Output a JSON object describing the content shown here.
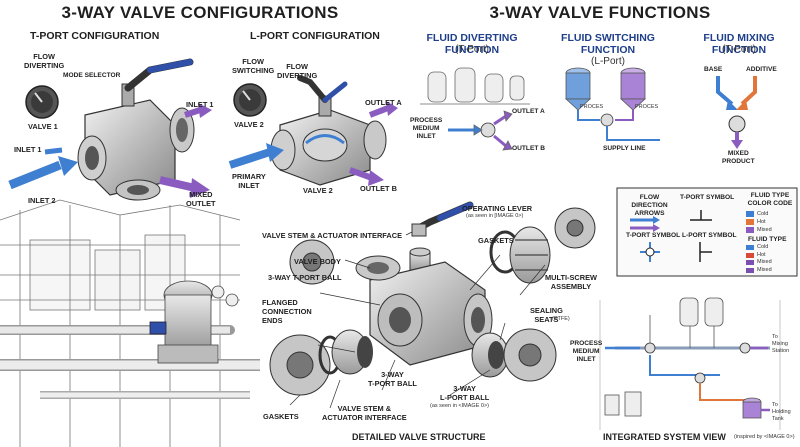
{
  "titles": {
    "left": "3-WAY VALVE CONFIGURATIONS",
    "right": "3-WAY VALVE FUNCTIONS"
  },
  "tport": {
    "heading": "T-PORT CONFIGURATION",
    "flow_diverting": "FLOW\nDIVERTING",
    "mode_selector": "MODE SELECTOR",
    "valve": "VALVE 1",
    "inlet1_top": "INLET 1",
    "inlet1_left": "INLET 1",
    "inlet2": "INLET 2",
    "mixed_outlet": "MIXED\nOUTLET"
  },
  "lport": {
    "heading": "L-PORT CONFIGURATION",
    "flow_switching": "FLOW\nSWITCHING",
    "flow_diverting": "FLOW\nDIVERTING",
    "valve_left": "VALVE 2",
    "valve_bottom": "VALVE 2",
    "outlet_a": "OUTLET A",
    "outlet_b": "OUTLET B",
    "primary_inlet": "PRIMARY\nINLET"
  },
  "functions": {
    "diverting": {
      "title": "FLUID DIVERTING FUNCTION",
      "sub": "(T-Port)",
      "inlet": "PROCESS\nMEDIUM\nINLET",
      "outlet_a": "OUTLET A",
      "outlet_b": "OUTLET B"
    },
    "switching": {
      "title": "FLUID SWITCHING\nFUNCTION",
      "sub": "(L-Port)",
      "proces_left": "PROCES",
      "proces_right": "PROCES",
      "supply": "SUPPLY LINE"
    },
    "mixing": {
      "title": "FLUID MIXING FUNCTION",
      "sub": "(T-Port)",
      "base": "BASE",
      "additive": "ADDITIVE",
      "mixed": "MIXED\nPRODUCT"
    }
  },
  "legend": {
    "flow_direction": "FLOW DIRECTION\nARROWS",
    "tport_symbol_top": "T-PORT SYMBOL",
    "tport_symbol_bottom": "T-PORT SYMBOL",
    "lport_symbol": "L-PORT SYMBOL",
    "fluid_type_color_code": "FLUID TYPE\nCOLOR CODE",
    "fluid_type": "FLUID TYPE",
    "codes_top": [
      {
        "label": "Cold",
        "color": "#3f7fd1"
      },
      {
        "label": "Hot",
        "color": "#e0763a"
      },
      {
        "label": "Mixed",
        "color": "#8a5cc0"
      }
    ],
    "codes_bottom": [
      {
        "label": "Cold",
        "color": "#3f7fd1"
      },
      {
        "label": "Hot",
        "color": "#d9493a"
      },
      {
        "label": "Mixed",
        "color": "#7a4fb0"
      },
      {
        "label": "Mixed",
        "color": "#7a4fb0"
      }
    ]
  },
  "exploded": {
    "operating_lever": "OPERATING LEVER",
    "operating_lever_sub": "(as seen in [IMAGE 0>)",
    "stem_interface_top": "VALVE STEM & ACTUATOR INTERFACE",
    "gaskets_top": "GASKETS",
    "valve_body": "VALVE BODY",
    "tport_ball_left": "3-WAY T-PORT BALL",
    "flanged": "FLANGED\nCONNECTION\nENDS",
    "multi_screw": "MULTI-SCREW\nASSEMBLY",
    "sealing": "SEALING\nSEATS",
    "sealing_sub": "(PTFE)",
    "tport_ball_bottom": "3-WAY\nT-PORT BALL",
    "lport_ball": "3-WAY\nL-PORT BALL",
    "lport_ball_sub": "(as seen in <IMAGE 0>)",
    "gaskets_bottom": "GASKETS",
    "stem_interface_bottom": "VALVE STEM &\nACTUATOR INTERFACE",
    "caption": "DETAILED VALVE STRUCTURE"
  },
  "system": {
    "inlet": "PROCESS\nMEDIUM\nINLET",
    "to_mixing": "To\nMixing\nStation",
    "to_holding": "To\nHolding\nTank",
    "caption": "INTEGRATED SYSTEM VIEW",
    "caption_sub": "(inspired by <IMAGE 0>)"
  },
  "colors": {
    "cold": "#3f7fd1",
    "hot": "#e0763a",
    "mixed": "#8a5cc0",
    "title_blue": "#1e3f8a",
    "lever_blue": "#2f4fa8"
  }
}
